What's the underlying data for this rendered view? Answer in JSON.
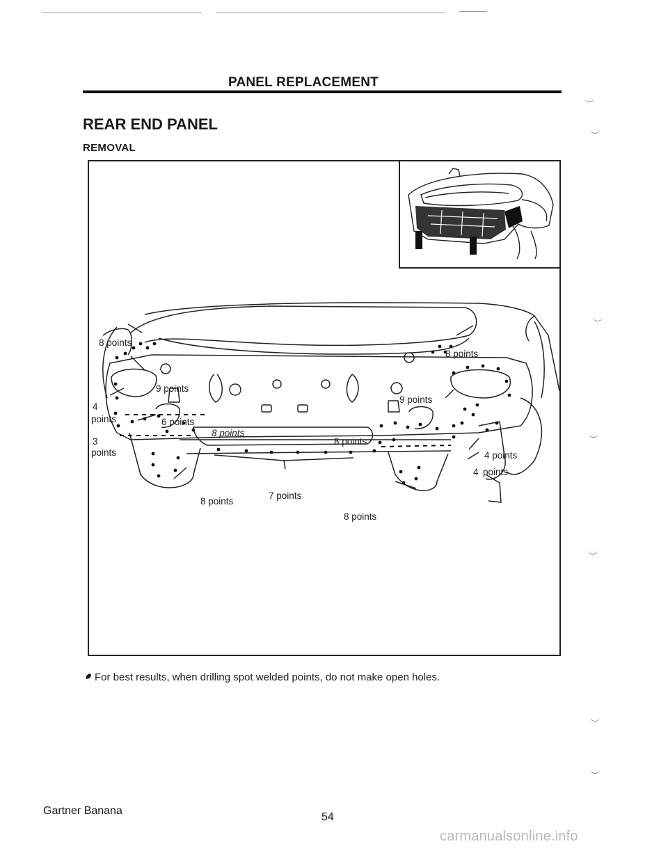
{
  "header": {
    "running_title": "PANEL REPLACEMENT"
  },
  "section": {
    "title": "REAR END PANEL",
    "subtitle": "REMOVAL"
  },
  "figure": {
    "callouts": {
      "top_left_8": "8 points",
      "left_9": "9 points",
      "left_4_num": "4",
      "left_4_word": "points",
      "left_6": "6 points",
      "left_3_num": "3",
      "left_3_word": "points",
      "center_8_italic": "8 points",
      "center_right_8": "8 points",
      "top_right_8": "8 points",
      "right_9": "9 points",
      "right_4a": "4 points",
      "right_4b_num": "4",
      "right_4b_word": "points",
      "bottom_left_8": "8 points",
      "bottom_center_7": "7 points",
      "bottom_right_8": "8 points"
    }
  },
  "note": {
    "text": "For best results, when drilling spot welded points, do not make open holes."
  },
  "footer": {
    "left_text": "Gartner Banana",
    "page_number": "54"
  },
  "watermark": {
    "text": "carmanualsonline.info"
  }
}
